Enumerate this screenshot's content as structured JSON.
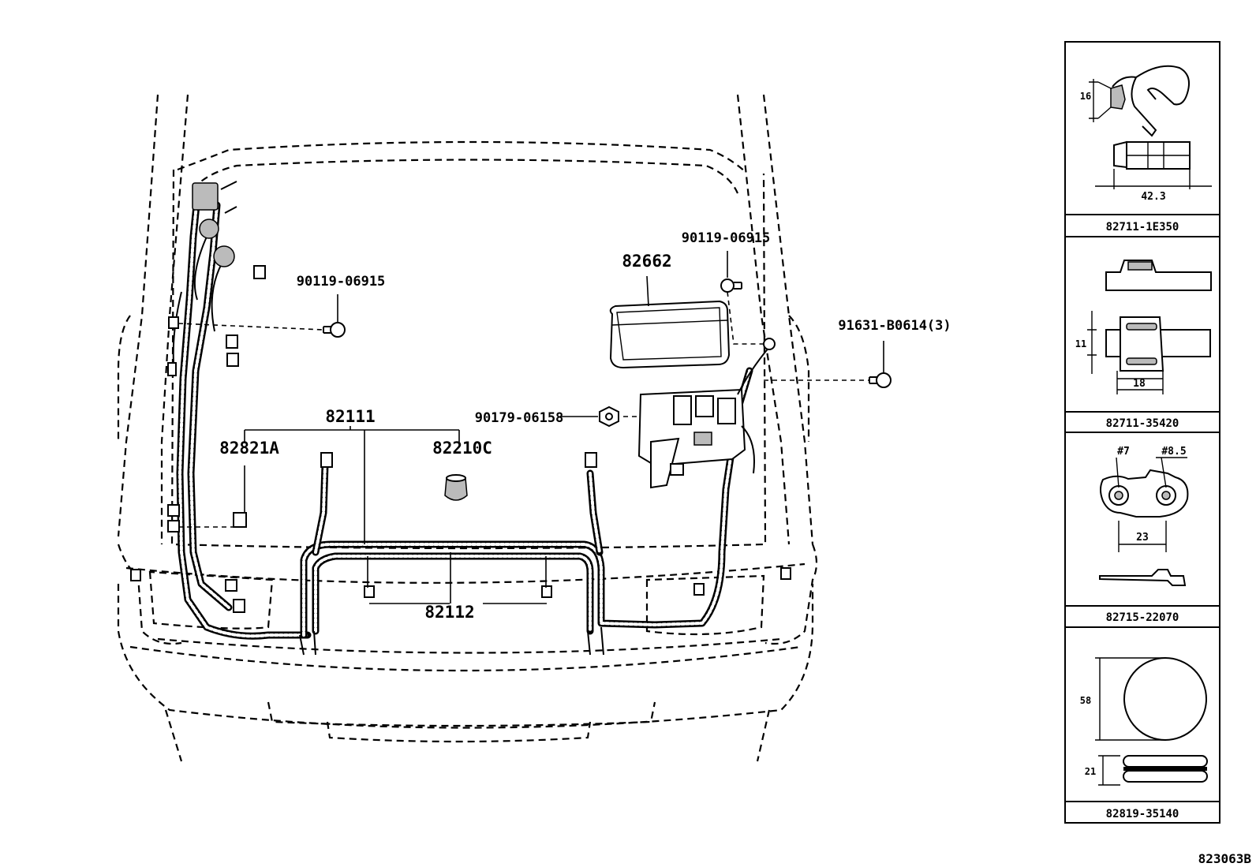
{
  "drawing_id": "823063B",
  "callouts": {
    "bolt_left": "90119-06915",
    "bolt_right": "90119-06915",
    "nut": "90179-06158",
    "bolt_side": "91631-B0614(3)",
    "relay_cover": "82662",
    "harness_main": "82111",
    "clamp_a": "82821A",
    "plug_c": "82210C",
    "harness_lower": "82112"
  },
  "legend": [
    {
      "part": "82711-1E350",
      "dims": [
        "16",
        "42.3"
      ]
    },
    {
      "part": "82711-35420",
      "dims": [
        "11",
        "18"
      ]
    },
    {
      "part": "82715-22070",
      "dims": [
        "#7",
        "#8.5",
        "23"
      ]
    },
    {
      "part": "82819-35140",
      "dims": [
        "58",
        "21"
      ]
    }
  ]
}
